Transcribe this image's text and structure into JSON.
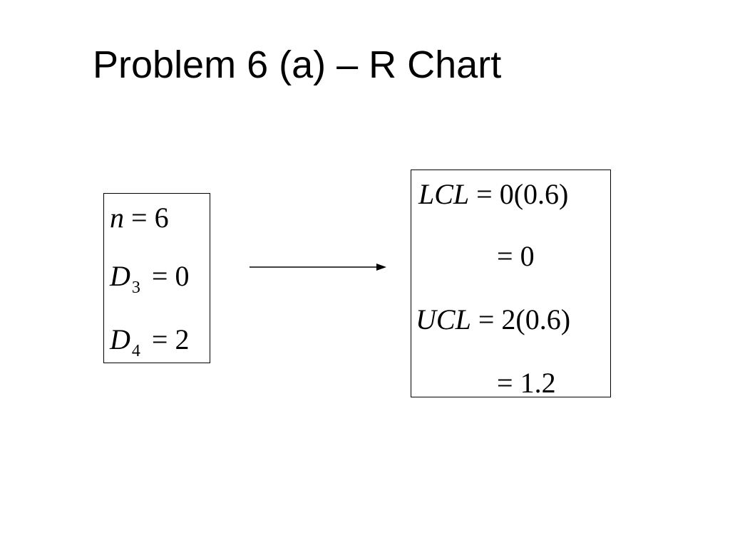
{
  "slide": {
    "title": "Problem 6 (a) – R Chart"
  },
  "givens": {
    "n": {
      "var": "n",
      "sub": "",
      "eq": "=",
      "value": "6"
    },
    "d3": {
      "var": "D",
      "sub": "3",
      "eq": "=",
      "value": "0"
    },
    "d4": {
      "var": "D",
      "sub": "4",
      "eq": "=",
      "value": "2"
    }
  },
  "results": {
    "lcl": {
      "var": "LCL",
      "eq": "=",
      "expr": "0(0.6)"
    },
    "lcl_value": {
      "eq": "=",
      "value": "0"
    },
    "ucl": {
      "var": "UCL",
      "eq": "=",
      "expr": "2(0.6)"
    },
    "ucl_value": {
      "eq": "=",
      "value": "1.2"
    }
  },
  "colors": {
    "text": "#000000",
    "background": "#ffffff"
  },
  "icons": {
    "arrow": "arrow-right-icon"
  }
}
